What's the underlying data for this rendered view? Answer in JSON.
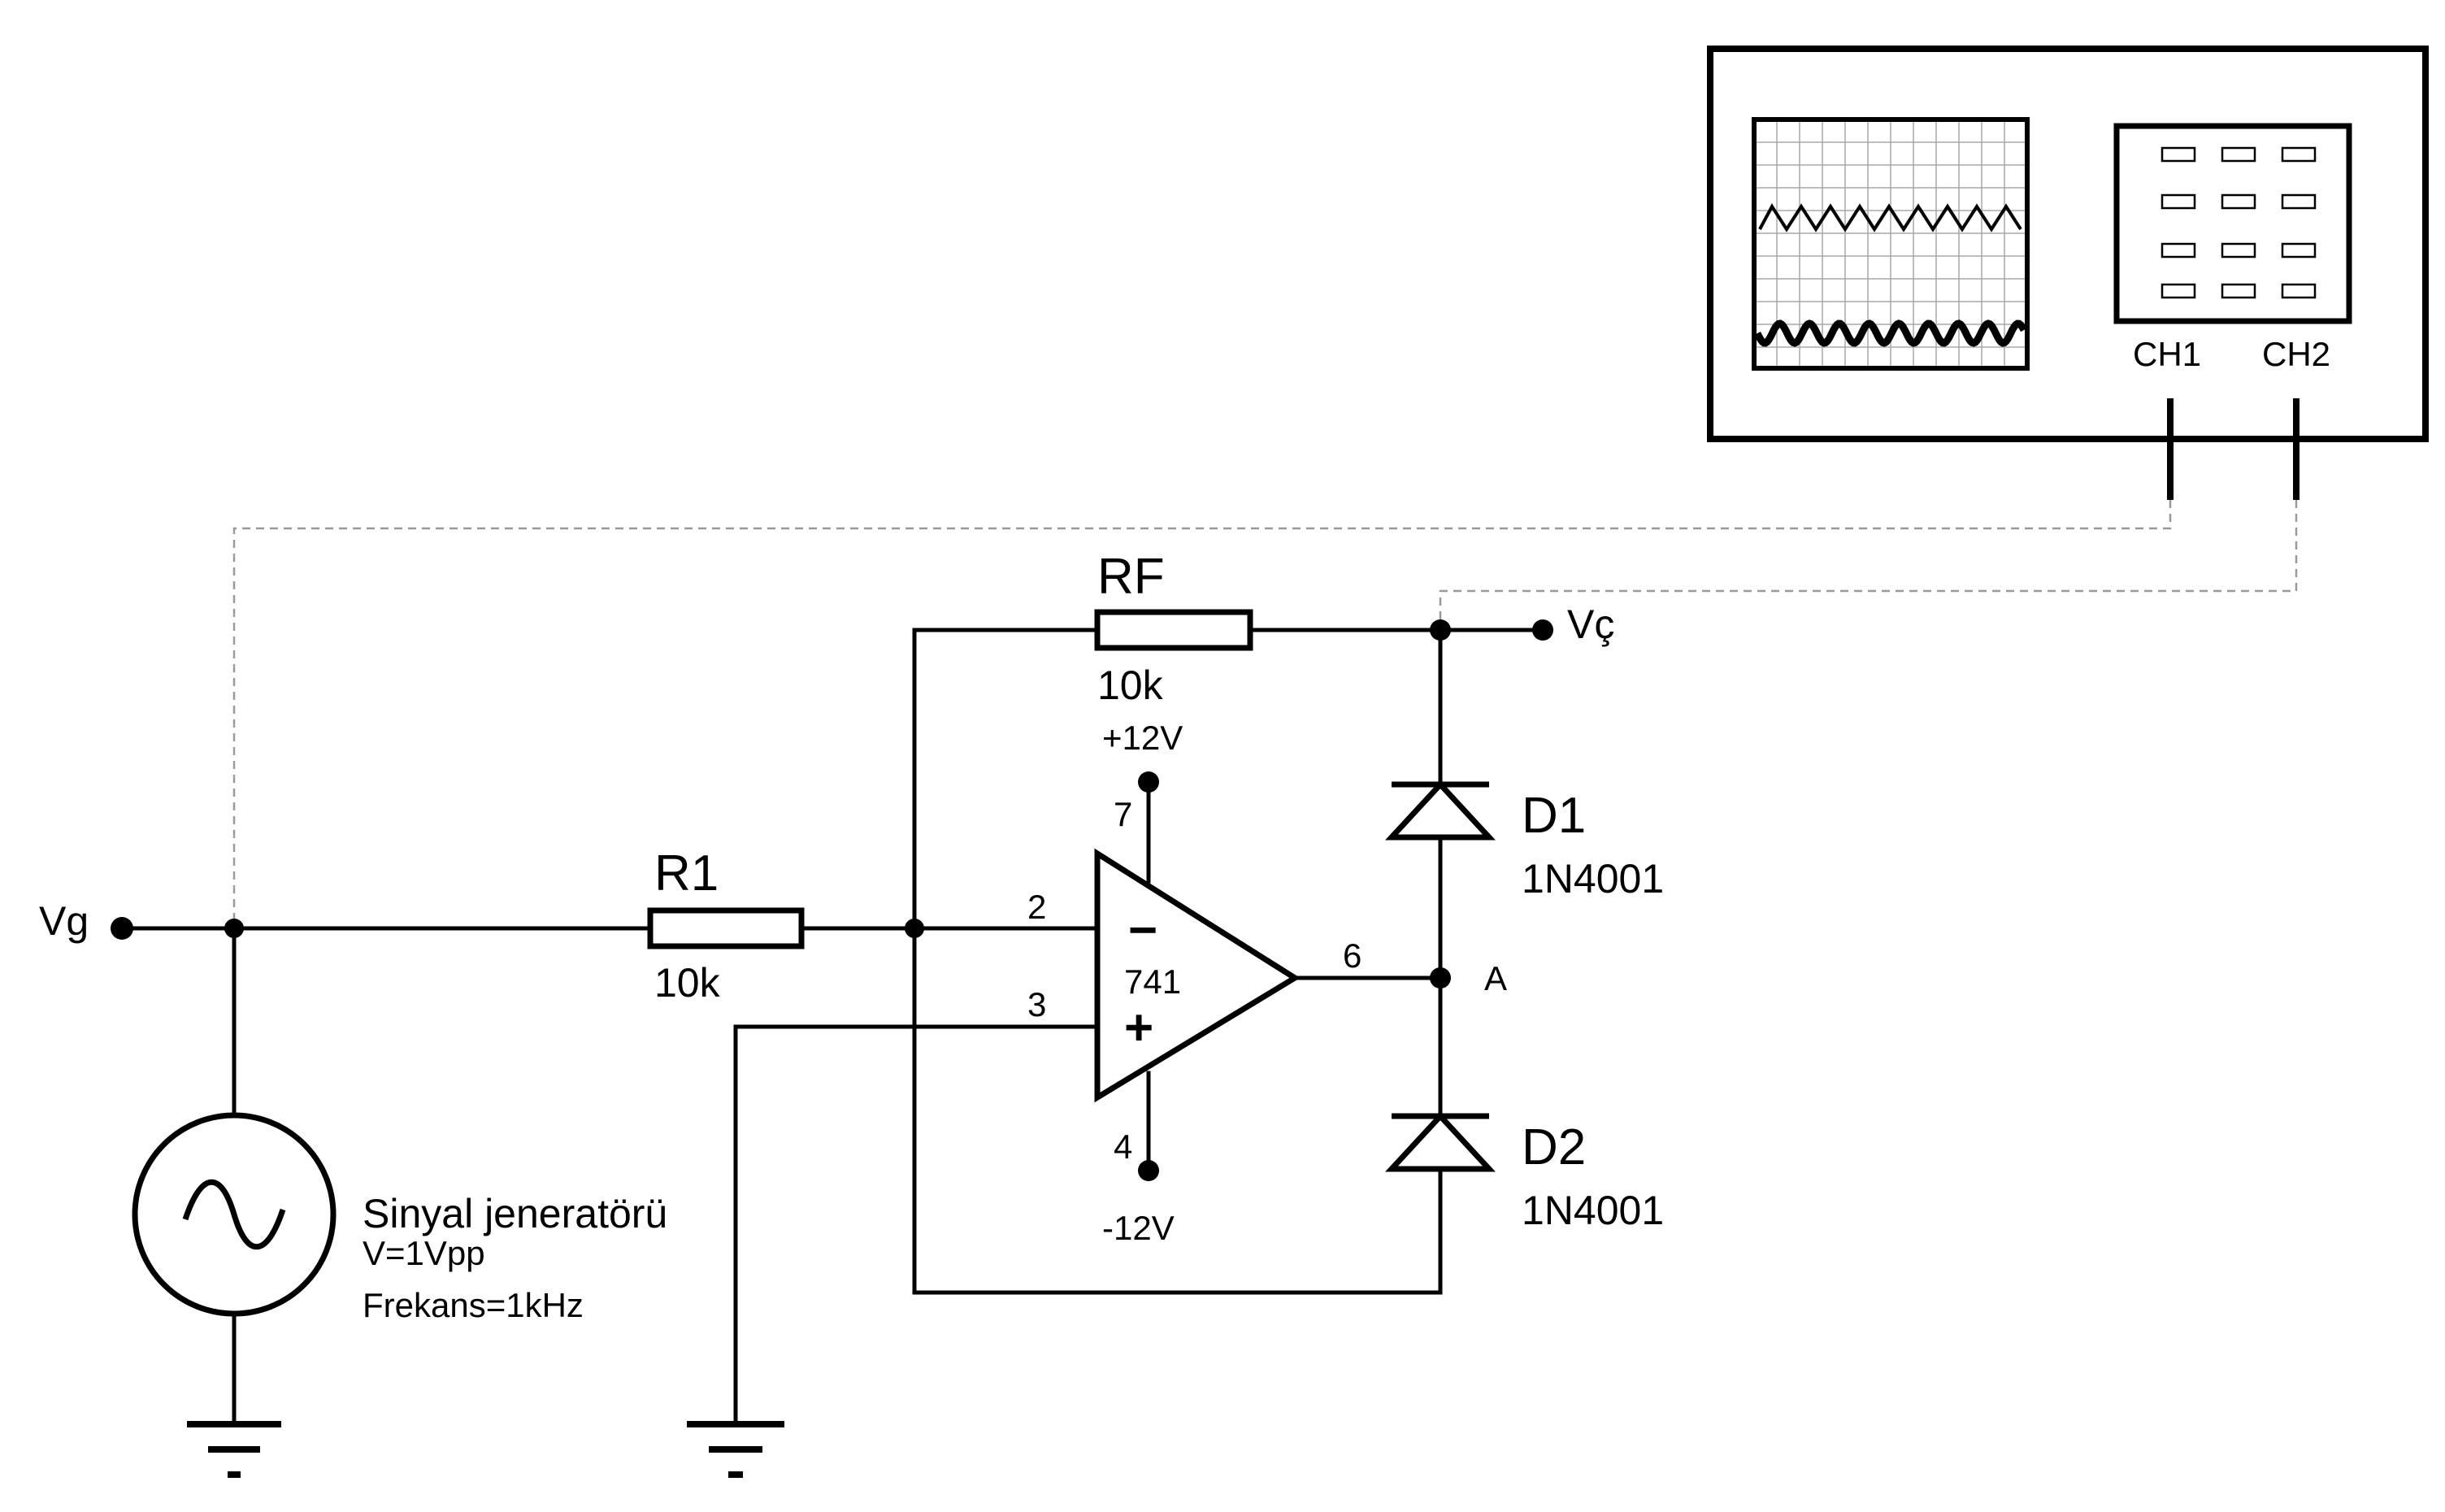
{
  "inputs": {
    "vg": "Vg"
  },
  "outputs": {
    "vc": "Vç",
    "node_a": "A"
  },
  "generator": {
    "name": "Sinyal jeneratörü",
    "voltage": "V=1Vpp",
    "frequency": "Frekans=1kHz"
  },
  "r1": {
    "name": "R1",
    "value": "10k"
  },
  "rf": {
    "name": "RF",
    "value": "10k"
  },
  "opamp": {
    "model": "741",
    "pin_inv": "2",
    "pin_noninv": "3",
    "pin_out": "6",
    "pin_vpos": "7",
    "pin_vneg": "4",
    "sign_inv": "−",
    "sign_noninv": "+",
    "vpos": "+12V",
    "vneg": "-12V"
  },
  "d1": {
    "name": "D1",
    "model": "1N4001"
  },
  "d2": {
    "name": "D2",
    "model": "1N4001"
  },
  "scope": {
    "ch1": "CH1",
    "ch2": "CH2"
  }
}
